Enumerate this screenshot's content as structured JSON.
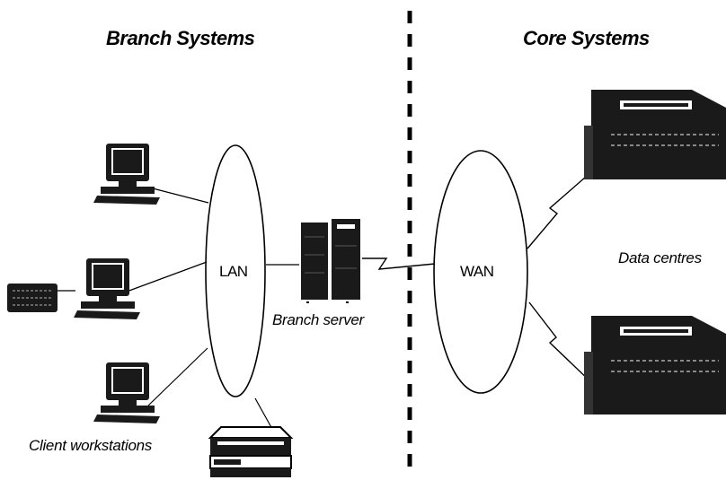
{
  "sections": {
    "branch_title": "Branch Systems",
    "core_title": "Core Systems"
  },
  "networks": {
    "lan": "LAN",
    "wan": "WAN"
  },
  "captions": {
    "branch_server": "Branch server",
    "data_centres": "Data centres",
    "client_workstations": "Client workstations"
  },
  "colors": {
    "ink": "#000000",
    "device_dark": "#1a1a1a",
    "background": "#ffffff"
  },
  "icons": [
    "computer-icon",
    "printer-icon",
    "server-icon",
    "mainframe-icon",
    "modem-icon"
  ]
}
